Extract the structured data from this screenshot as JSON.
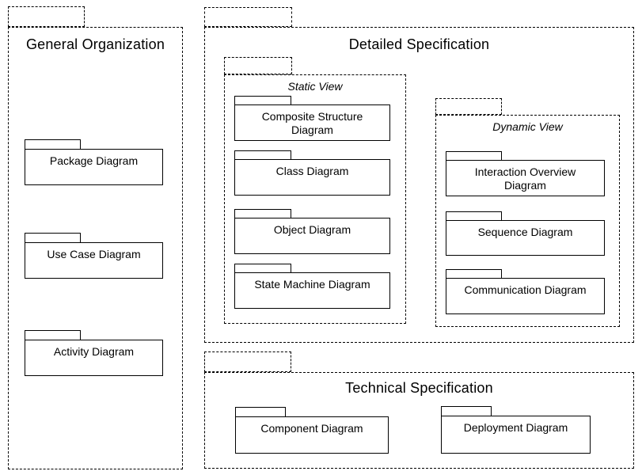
{
  "colors": {
    "line": "#000000",
    "background": "#ffffff",
    "text": "#000000"
  },
  "general_organization": {
    "title": "General Organization",
    "items": [
      {
        "label": "Package Diagram"
      },
      {
        "label": "Use Case Diagram"
      },
      {
        "label": "Activity Diagram"
      }
    ]
  },
  "detailed_specification": {
    "title": "Detailed Specification",
    "static_view": {
      "title": "Static View",
      "items": [
        {
          "label": "Composite Structure Diagram"
        },
        {
          "label": "Class Diagram"
        },
        {
          "label": "Object Diagram"
        },
        {
          "label": "State Machine Diagram"
        }
      ]
    },
    "dynamic_view": {
      "title": "Dynamic View",
      "items": [
        {
          "label": "Interaction Overview Diagram"
        },
        {
          "label": "Sequence Diagram"
        },
        {
          "label": "Communication Diagram"
        }
      ]
    }
  },
  "technical_specification": {
    "title": "Technical Specification",
    "items": [
      {
        "label": "Component Diagram"
      },
      {
        "label": "Deployment Diagram"
      }
    ]
  }
}
